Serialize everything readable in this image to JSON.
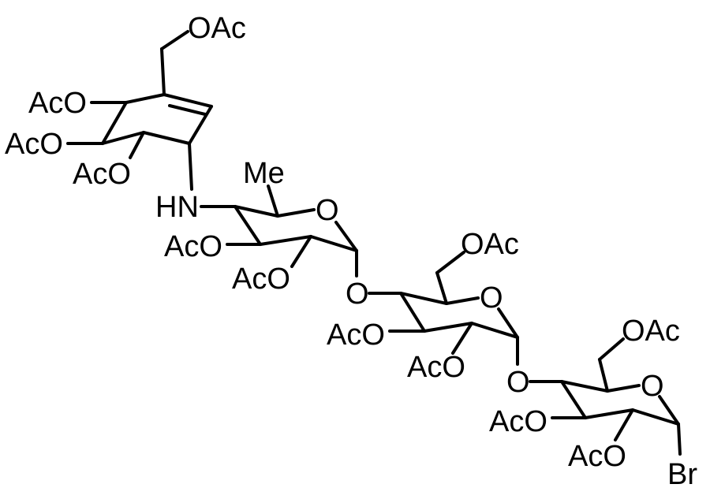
{
  "labels": {
    "oac_cyclohexene_ch2": "OAc",
    "aco_c1": "AcO",
    "aco_c2": "AcO",
    "aco_c3": "AcO",
    "hn": "HN",
    "me": "Me",
    "o_ring1": "O",
    "aco_r1_a": "AcO",
    "aco_r1_b": "AcO",
    "o_link1": "O",
    "oac_r2_ch2": "OAc",
    "o_ring2": "O",
    "aco_r2_a": "AcO",
    "aco_r2_b": "AcO",
    "o_link2": "O",
    "oac_r3_ch2": "OAc",
    "o_ring3": "O",
    "aco_r3_a": "AcO",
    "aco_r3_b": "AcO",
    "br": "Br"
  }
}
